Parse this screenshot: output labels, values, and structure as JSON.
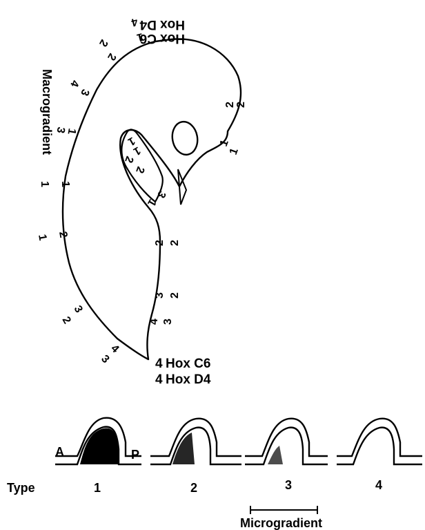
{
  "colors": {
    "ink": "#000000",
    "background": "#ffffff"
  },
  "labels": {
    "macrogradient": "Macrogradient",
    "micrograd": "Microgradient",
    "type": "Type",
    "anterior": "A",
    "posterior": "P",
    "hox_c6": "Hox C6",
    "hox_d4": "Hox D4"
  },
  "hox_top": {
    "d4": "Hox D4",
    "c6": "Hox C6",
    "c6_value": "1",
    "d4_value": "4"
  },
  "hox_bottom": {
    "c6_value": "4",
    "d4_value": "4"
  },
  "annotations": {
    "head_top": [
      "2",
      "2"
    ],
    "upper_left": [
      "3",
      "4"
    ],
    "left_mid": [
      "1",
      "3"
    ],
    "left_center": [
      "1",
      "1"
    ],
    "left_lower": [
      "2",
      "1"
    ],
    "bottom_left": [
      "3",
      "2"
    ],
    "bottom": [
      "4",
      "3"
    ],
    "snout_a": [
      "2",
      "2"
    ],
    "snout_b": [
      "1",
      "1"
    ],
    "limb_top": [
      "1",
      "1"
    ],
    "limb_mid": [
      "2",
      "2"
    ],
    "limb_tip": [
      "3",
      "1"
    ],
    "belly_a": [
      "2",
      "2"
    ],
    "belly_b": [
      "3",
      "2"
    ],
    "belly_c": [
      "4",
      "3"
    ]
  },
  "bud_types": [
    "1",
    "2",
    "3",
    "4"
  ]
}
